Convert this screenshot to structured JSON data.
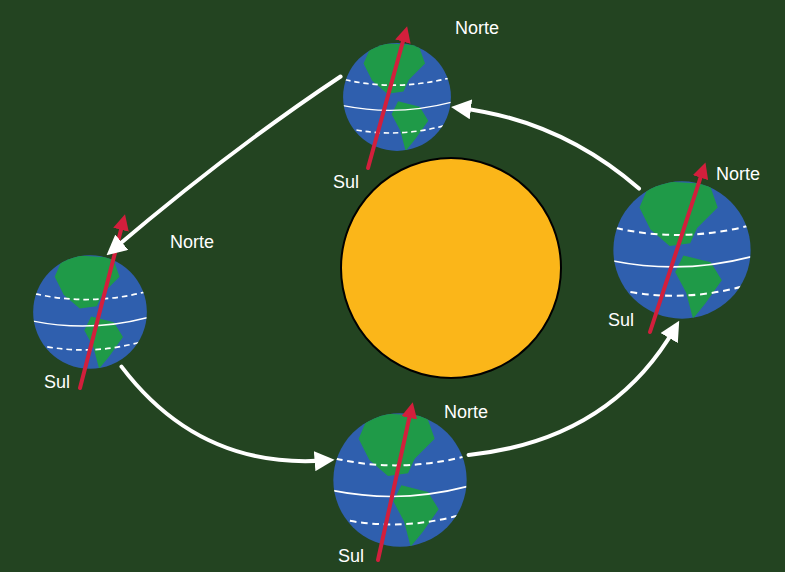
{
  "diagram": {
    "nodes": [
      {
        "text": [
          "Norte",
          "Sul"
        ]
      },
      {
        "text": [
          "Norte",
          "Sul"
        ]
      },
      {
        "text": [
          "Norte",
          "Sul"
        ]
      },
      {
        "text": [
          "Norte",
          "Sul"
        ]
      }
    ],
    "edges": [
      {
        "from": 0,
        "to": 1,
        "arrow": "to"
      },
      {
        "from": 1,
        "to": 3,
        "arrow": "to"
      },
      {
        "from": 3,
        "to": 2,
        "arrow": "to"
      },
      {
        "from": 2,
        "to": 0,
        "arrow": "to"
      }
    ]
  }
}
